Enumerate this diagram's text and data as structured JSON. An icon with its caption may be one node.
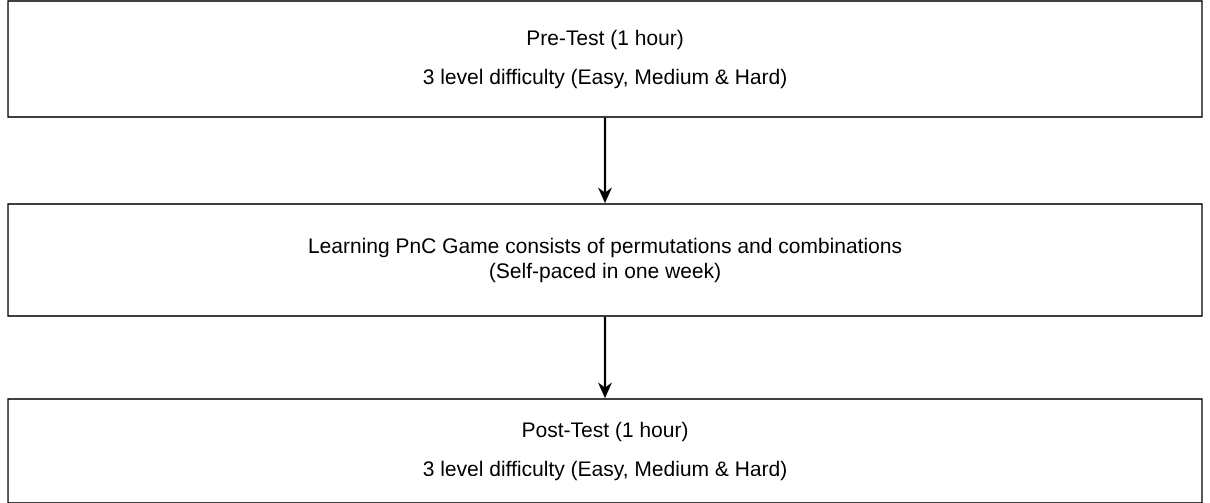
{
  "diagram": {
    "nodes": [
      {
        "text": [
          "Pre-Test (1 hour)",
          "3 level difficulty (Easy, Medium & Hard)"
        ]
      },
      {
        "text": [
          "Learning PnC Game consists of permutations and combinations",
          "(Self-paced in one week)"
        ]
      },
      {
        "text": [
          "Post-Test (1 hour)",
          "3 level difficulty (Easy, Medium & Hard)"
        ]
      }
    ],
    "edges": [
      {
        "from": 0,
        "to": 1,
        "arrow": "to"
      },
      {
        "from": 1,
        "to": 2,
        "arrow": "to"
      }
    ]
  }
}
